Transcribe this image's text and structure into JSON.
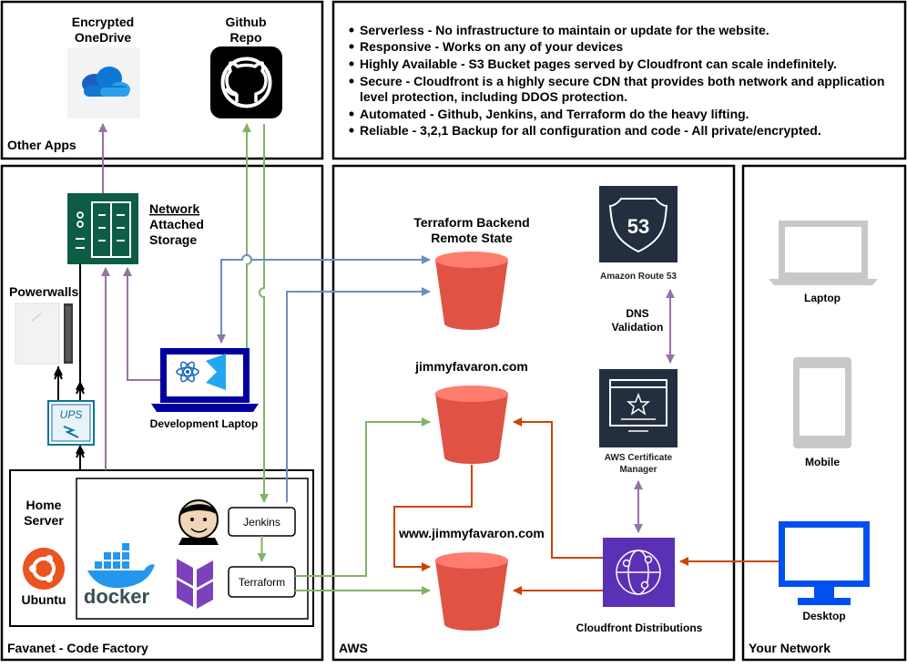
{
  "panels": {
    "other_apps": "Other Apps",
    "favanet": "Favanet - Code Factory",
    "aws": "AWS",
    "your_network": "Your Network"
  },
  "other_apps": {
    "onedrive_line1": "Encrypted",
    "onedrive_line2": "OneDrive",
    "github_line1": "Github",
    "github_line2": "Repo"
  },
  "features": [
    "Serverless - No infrastructure to maintain or update for the website.",
    "Responsive - Works on any of your devices",
    "Highly Available - S3 Bucket pages served by Cloudfront can scale indefinitely.",
    "Secure - Cloudfront is a highly secure CDN that provides both network and application",
    "level protection, including DDOS protection.",
    "Automated - Github, Jenkins, and Terraform do the heavy lifting.",
    "Reliable - 3,2,1 Backup for all configuration and code - All private/encrypted."
  ],
  "favanet": {
    "nas_line1": "Network",
    "nas_line2": "Attached",
    "nas_line3": "Storage",
    "powerwalls": "Powerwalls",
    "ups": "UPS",
    "dev_laptop": "Development Laptop",
    "home_server_line1": "Home",
    "home_server_line2": "Server",
    "ubuntu": "Ubuntu",
    "docker": "docker",
    "jenkins": "Jenkins",
    "terraform": "Terraform"
  },
  "aws": {
    "tf_backend_line1": "Terraform Backend",
    "tf_backend_line2": "Remote State",
    "bucket1": "jimmyfavaron.com",
    "bucket2": "www.jimmyfavaron.com",
    "route53_num": "53",
    "route53": "Amazon Route 53",
    "dns_line1": "DNS",
    "dns_line2": "Validation",
    "acm_line1": "AWS Certificate",
    "acm_line2": "Manager",
    "cloudfront": "Cloudfront Distributions"
  },
  "network": {
    "laptop": "Laptop",
    "mobile": "Mobile",
    "desktop": "Desktop"
  },
  "colors": {
    "green": "#82b366",
    "blue": "#6c8ebf",
    "purple": "#9673a6",
    "orange": "#cc4400",
    "bucket": "#e05243",
    "nas": "#0d5c46",
    "aws_dark": "#232f3e",
    "cloudfront": "#5a30b5",
    "device_gray": "#c8c8c8",
    "desktop_blue": "#0050ef"
  }
}
